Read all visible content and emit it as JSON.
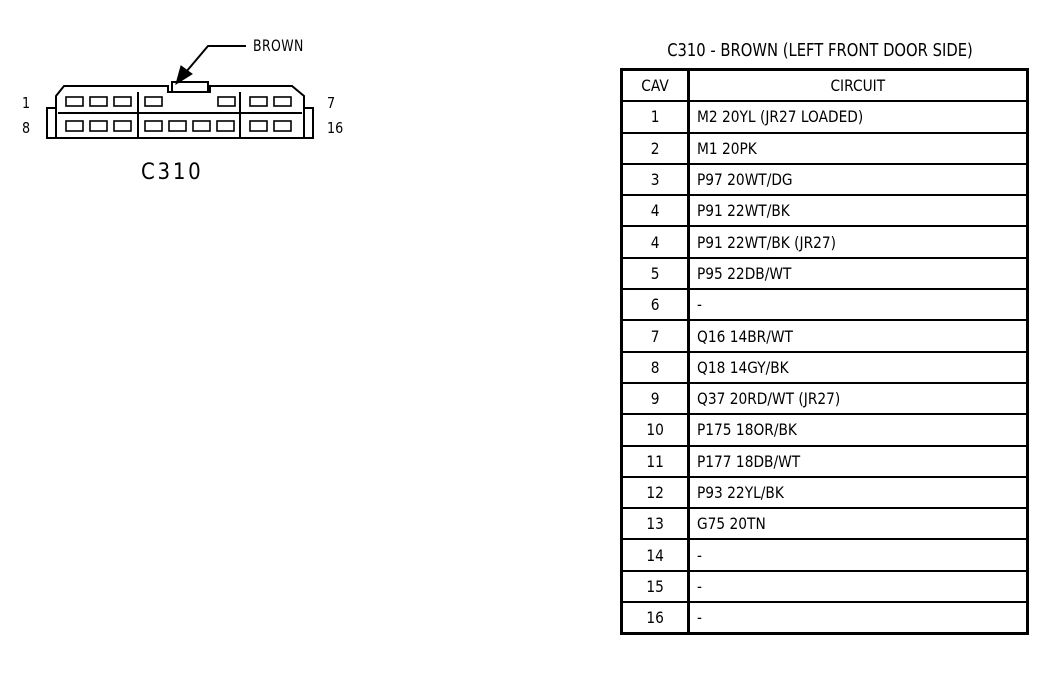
{
  "connector": {
    "callout_label": "BROWN",
    "name": "C310",
    "pin_labels": {
      "top_left": "1",
      "bottom_left": "8",
      "top_right": "7",
      "bottom_right": "16"
    }
  },
  "table": {
    "title": "C310 - BROWN (LEFT FRONT DOOR SIDE)",
    "headers": {
      "cav": "CAV",
      "circuit": "CIRCUIT"
    },
    "rows": [
      {
        "cav": "1",
        "circuit": "M2 20YL (JR27 LOADED)"
      },
      {
        "cav": "2",
        "circuit": "M1 20PK"
      },
      {
        "cav": "3",
        "circuit": "P97 20WT/DG"
      },
      {
        "cav": "4",
        "circuit": "P91 22WT/BK"
      },
      {
        "cav": "4",
        "circuit": "P91 22WT/BK (JR27)"
      },
      {
        "cav": "5",
        "circuit": "P95 22DB/WT"
      },
      {
        "cav": "6",
        "circuit": "-"
      },
      {
        "cav": "7",
        "circuit": "Q16 14BR/WT"
      },
      {
        "cav": "8",
        "circuit": "Q18 14GY/BK"
      },
      {
        "cav": "9",
        "circuit": "Q37 20RD/WT (JR27)"
      },
      {
        "cav": "10",
        "circuit": "P175 18OR/BK"
      },
      {
        "cav": "11",
        "circuit": "P177 18DB/WT"
      },
      {
        "cav": "12",
        "circuit": "P93 22YL/BK"
      },
      {
        "cav": "13",
        "circuit": "G75 20TN"
      },
      {
        "cav": "14",
        "circuit": "-"
      },
      {
        "cav": "15",
        "circuit": "-"
      },
      {
        "cav": "16",
        "circuit": "-"
      }
    ]
  }
}
